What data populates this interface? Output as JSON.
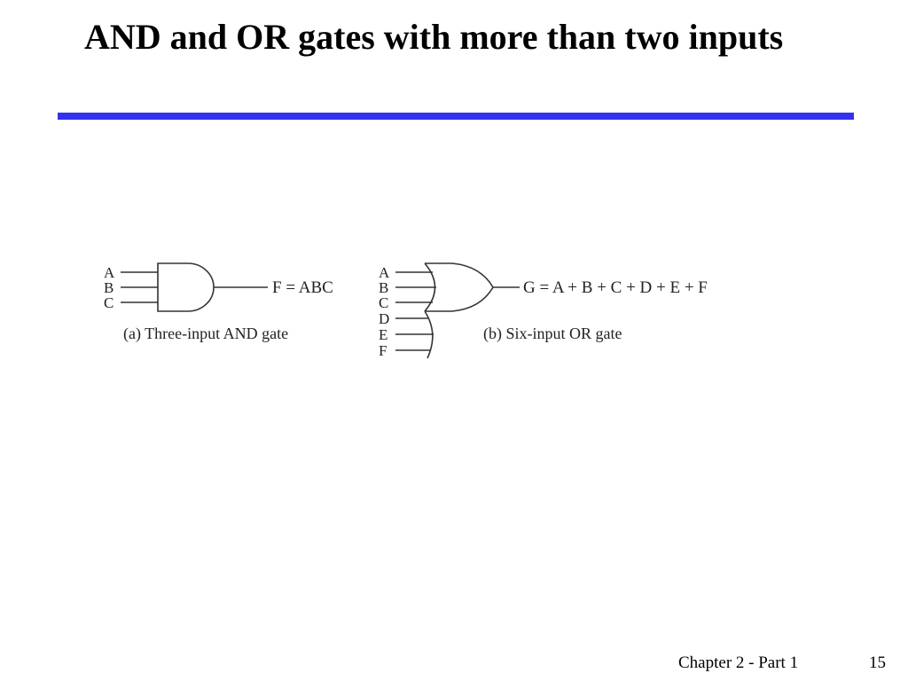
{
  "slide": {
    "title": "AND and OR gates with more than two inputs",
    "rule_color": "#3333ee"
  },
  "diagram": {
    "and_gate": {
      "inputs": [
        "A",
        "B",
        "C"
      ],
      "output": "F = ABC",
      "caption": "(a) Three-input AND gate"
    },
    "or_gate": {
      "inputs": [
        "A",
        "B",
        "C",
        "D",
        "E",
        "F"
      ],
      "output": "G = A + B + C + D + E + F",
      "caption": "(b) Six-input OR gate"
    }
  },
  "footer": {
    "chapter": "Chapter 2 - Part 1",
    "page": "15"
  }
}
